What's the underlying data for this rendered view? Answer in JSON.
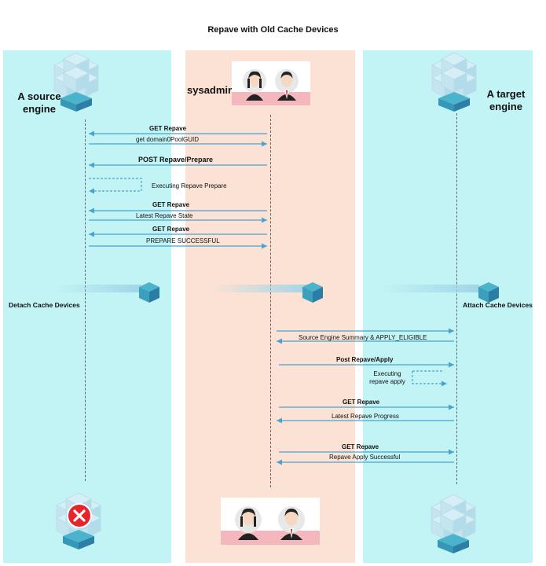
{
  "title": "Repave with Old Cache Devices",
  "lanes": {
    "source": {
      "name_line1": "A source",
      "name_line2": "engine",
      "color": "#c2f3f5"
    },
    "admin": {
      "name": "sysadmin",
      "color": "#fbe2d4"
    },
    "target": {
      "name_line1": "A target",
      "name_line2": "engine",
      "color": "#c2f3f5"
    }
  },
  "messages": [
    {
      "id": "get-repave-1",
      "label": "GET Repave",
      "bold": true
    },
    {
      "id": "get-pool-guid",
      "label": "get domain0PoolGUID",
      "bold": false
    },
    {
      "id": "post-prepare",
      "label": "POST  Repave/Prepare",
      "bold": true
    },
    {
      "id": "exec-prepare",
      "label": "Executing Repave Prepare",
      "bold": false
    },
    {
      "id": "get-repave-2",
      "label": "GET Repave",
      "bold": true
    },
    {
      "id": "latest-state",
      "label": "Latest Repave State",
      "bold": false
    },
    {
      "id": "get-repave-3",
      "label": "GET Repave",
      "bold": true
    },
    {
      "id": "prepare-success",
      "label": "PREPARE SUCCESSFUL",
      "bold": false
    },
    {
      "id": "summary",
      "label": "Source Engine Summary & APPLY_ELIGIBLE",
      "bold": false
    },
    {
      "id": "post-apply",
      "label": "Post Repave/Apply",
      "bold": true
    },
    {
      "id": "exec-apply-1",
      "label": "Executing",
      "bold": false
    },
    {
      "id": "exec-apply-2",
      "label": "repave apply",
      "bold": false
    },
    {
      "id": "get-repave-4",
      "label": "GET Repave",
      "bold": true
    },
    {
      "id": "latest-progress",
      "label": "Latest Repave Progress",
      "bold": false
    },
    {
      "id": "get-repave-5",
      "label": "GET Repave",
      "bold": true
    },
    {
      "id": "apply-success",
      "label": "Repave Apply Successful",
      "bold": false
    }
  ],
  "side_labels": {
    "detach": "Detach Cache Devices",
    "attach": "Attach Cache Devices"
  },
  "colors": {
    "arrow": "#4aa3cf",
    "cube_top": "#4bb3cc",
    "cube_side": "#2d7fa5",
    "cube_ghost": "#a9d9ea",
    "error_red": "#e8242b",
    "people_band": "#f4b7bd",
    "suit": "#222222",
    "tie": "#d21f26",
    "skin": "#f6d8c2"
  },
  "icons": {
    "source_cluster": "cube-cluster-icon",
    "target_cluster": "cube-cluster-icon",
    "people": "admin-people-icon",
    "failed_cluster": "error-x-icon",
    "moving_cache": "moving-cube-icon"
  }
}
